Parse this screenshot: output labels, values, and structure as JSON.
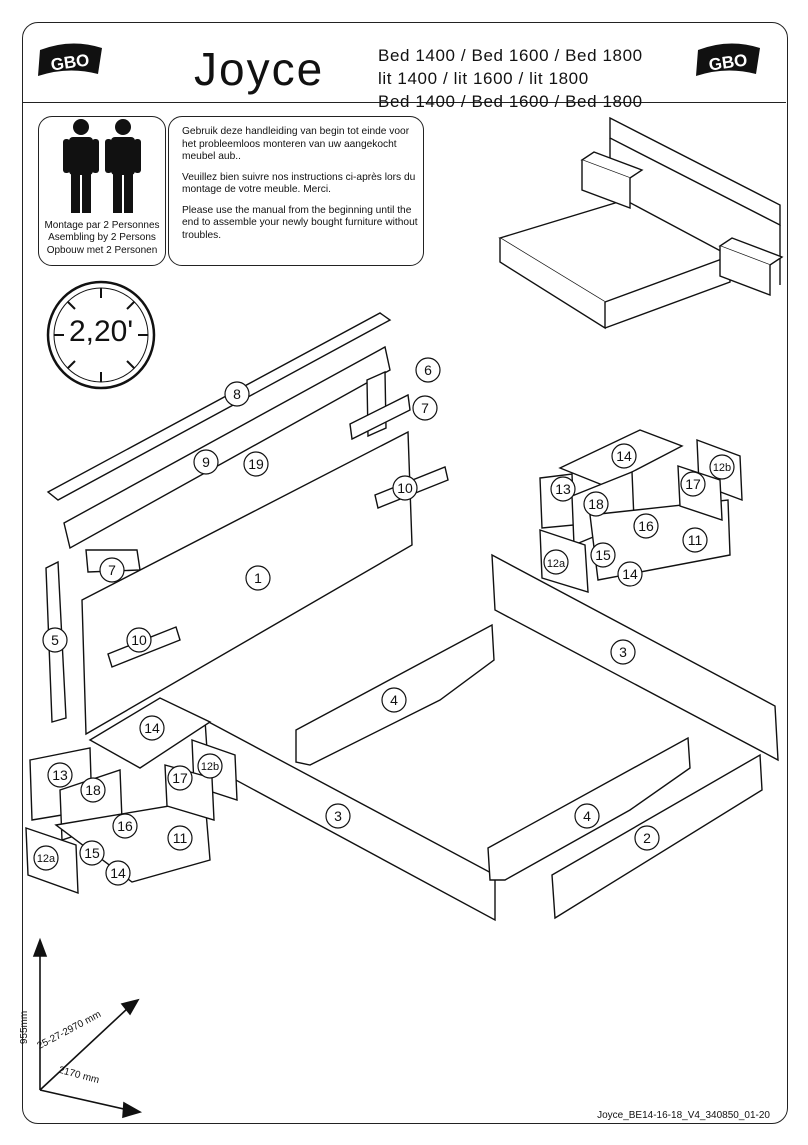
{
  "header": {
    "brand_logo": "gbo-logo",
    "product_name": "Joyce",
    "model_lines": [
      "Bed 1400 / Bed 1600 / Bed 1800",
      "lit 1400 / lit 1600 / lit 1800",
      "Bed 1400 / Bed 1600 / Bed 1800"
    ]
  },
  "assembly": {
    "persons_icon": "two-persons-icon",
    "persons_lines": [
      "Montage par 2 Personnes",
      "Asembling by 2 Persons",
      "Opbouw met  2 Personen"
    ],
    "time_icon": "clock-icon",
    "time": "2,20'"
  },
  "instructions": [
    "Gebruik deze handleiding van begin tot einde voor het probleemloos monteren van uw aangekocht meubel aub..",
    "Veuillez bien suivre nos instructions ci-après lors du montage de votre meuble. Merci.",
    "Please use the manual from the beginning until the end to assemble your newly bought furniture without troubles."
  ],
  "parts": [
    "1",
    "2",
    "3",
    "3",
    "4",
    "4",
    "5",
    "6",
    "7",
    "7",
    "8",
    "9",
    "10",
    "10",
    "11",
    "11",
    "12a",
    "12a",
    "12b",
    "12b",
    "13",
    "13",
    "14",
    "14",
    "14",
    "14",
    "15",
    "15",
    "16",
    "16",
    "17",
    "17",
    "18",
    "18",
    "19"
  ],
  "dimensions": {
    "height": "955mm",
    "width": "25-27-2970 mm",
    "depth": "2170 mm"
  },
  "footer": {
    "doc_code": "Joyce_BE14-16-18_V4_340850_01-20"
  }
}
